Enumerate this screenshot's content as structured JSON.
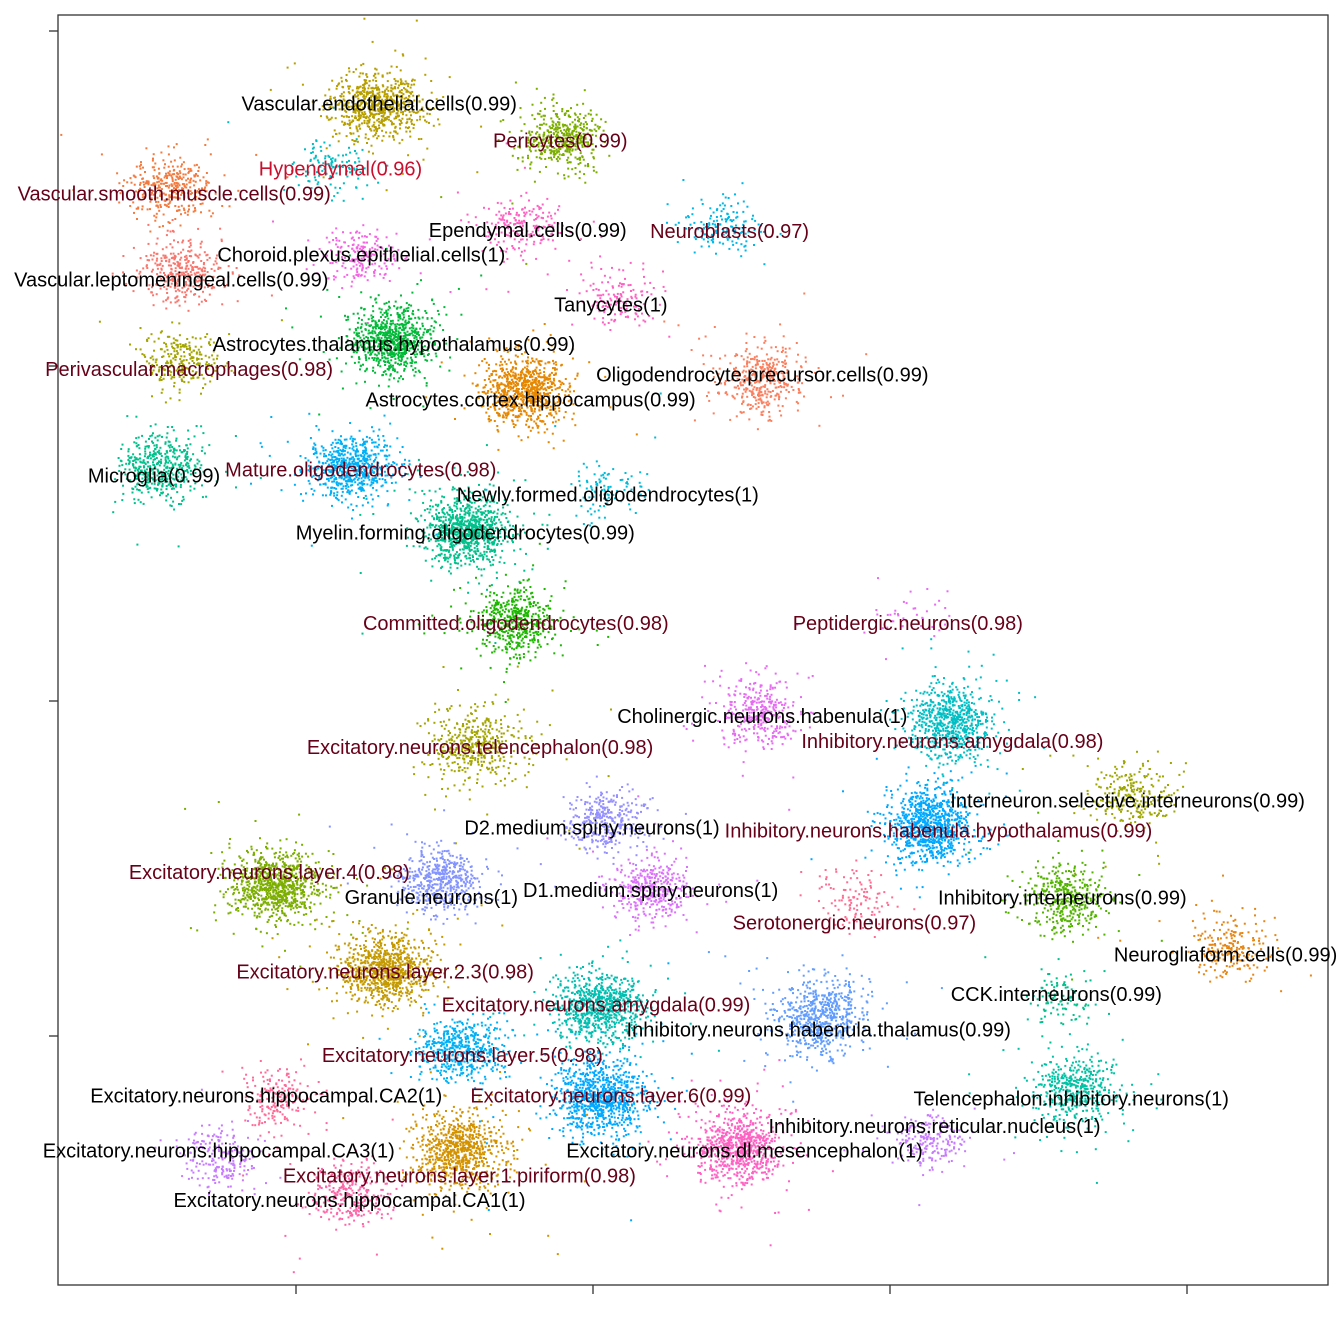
{
  "chart_data": {
    "type": "scatter",
    "title": "",
    "xlabel": "",
    "ylabel": "",
    "x_ticks": [
      1,
      2,
      3,
      4
    ],
    "y_ticks": [
      1,
      2,
      3,
      4
    ],
    "tick_labels_shown": false,
    "xlim": [
      0.2,
      4.475
    ],
    "ylim": [
      0.257,
      4.045
    ],
    "grid": false,
    "legend": "none",
    "label_colors": {
      "high": "#000000",
      "medium": "#660018",
      "low": "#C8102E"
    },
    "clusters": [
      {
        "label": "Vascular.endothelial.cells(0.99)",
        "x": 1.27,
        "y": 3.78,
        "lx": 1.28,
        "ly": 3.78,
        "sx": 0.075,
        "sy": 0.05,
        "n": 700,
        "color": "#B79F00",
        "label_color": "#000000"
      },
      {
        "label": "Pericytes(0.99)",
        "x": 1.89,
        "y": 3.68,
        "lx": 1.89,
        "ly": 3.67,
        "sx": 0.065,
        "sy": 0.045,
        "n": 450,
        "color": "#7CAE00",
        "label_color": "#660018"
      },
      {
        "label": "Hypendymal(0.96)",
        "x": 1.11,
        "y": 3.59,
        "lx": 1.15,
        "ly": 3.57,
        "sx": 0.06,
        "sy": 0.04,
        "n": 120,
        "color": "#00BFC4",
        "label_color": "#C8102E"
      },
      {
        "label": "Vascular.smooth.muscle.cells(0.99)",
        "x": 0.58,
        "y": 3.54,
        "lx": 0.59,
        "ly": 3.53,
        "sx": 0.07,
        "sy": 0.045,
        "n": 350,
        "color": "#F37B3F",
        "label_color": "#660018"
      },
      {
        "label": "Ependymal.cells(0.99)",
        "x": 1.75,
        "y": 3.42,
        "lx": 1.78,
        "ly": 3.4,
        "sx": 0.07,
        "sy": 0.04,
        "n": 200,
        "color": "#FF61C3",
        "label_color": "#000000"
      },
      {
        "label": "Neuroblasts(0.97)",
        "x": 2.43,
        "y": 3.42,
        "lx": 2.46,
        "ly": 3.4,
        "sx": 0.06,
        "sy": 0.04,
        "n": 150,
        "color": "#00B8E7",
        "label_color": "#660018"
      },
      {
        "label": "Choroid.plexus.epithelial.cells(1)",
        "x": 1.22,
        "y": 3.33,
        "lx": 1.22,
        "ly": 3.32,
        "sx": 0.06,
        "sy": 0.04,
        "n": 200,
        "color": "#F564E3",
        "label_color": "#000000"
      },
      {
        "label": "Vascular.leptomeningeal.cells(0.99)",
        "x": 0.61,
        "y": 3.29,
        "lx": 0.58,
        "ly": 3.27,
        "sx": 0.07,
        "sy": 0.045,
        "n": 350,
        "color": "#F8766D",
        "label_color": "#000000"
      },
      {
        "label": "Tanycytes(1)",
        "x": 2.07,
        "y": 3.2,
        "lx": 2.06,
        "ly": 3.18,
        "sx": 0.065,
        "sy": 0.04,
        "n": 150,
        "color": "#FF61C3",
        "label_color": "#000000"
      },
      {
        "label": "Astrocytes.thalamus.hypothalamus(0.99)",
        "x": 1.32,
        "y": 3.08,
        "lx": 1.33,
        "ly": 3.05,
        "sx": 0.07,
        "sy": 0.05,
        "n": 800,
        "color": "#00BA38",
        "label_color": "#000000"
      },
      {
        "label": "Perivascular.macrophages(0.98)",
        "x": 0.61,
        "y": 3.02,
        "lx": 0.64,
        "ly": 3.0,
        "sx": 0.065,
        "sy": 0.045,
        "n": 250,
        "color": "#A3A500",
        "label_color": "#660018"
      },
      {
        "label": "Astrocytes.cortex.hippocampus(0.99)",
        "x": 1.77,
        "y": 2.93,
        "lx": 1.79,
        "ly": 2.93,
        "sx": 0.07,
        "sy": 0.05,
        "n": 800,
        "color": "#E58700",
        "label_color": "#000000"
      },
      {
        "label": "Oligodendrocyte.precursor.cells(0.99)",
        "x": 2.56,
        "y": 2.96,
        "lx": 2.57,
        "ly": 2.94,
        "sx": 0.065,
        "sy": 0.05,
        "n": 400,
        "color": "#FA7F5E",
        "label_color": "#000000"
      },
      {
        "label": "Microglia(0.99)",
        "x": 0.54,
        "y": 2.7,
        "lx": 0.55,
        "ly": 2.67,
        "sx": 0.065,
        "sy": 0.05,
        "n": 450,
        "color": "#00C08B",
        "label_color": "#000000"
      },
      {
        "label": "Mature.oligodendrocytes(0.98)",
        "x": 1.18,
        "y": 2.7,
        "lx": 1.19,
        "ly": 2.68,
        "sx": 0.07,
        "sy": 0.045,
        "n": 650,
        "color": "#00B0F6",
        "label_color": "#660018"
      },
      {
        "label": "Newly.formed.oligodendrocytes(1)",
        "x": 2.04,
        "y": 2.63,
        "lx": 2.05,
        "ly": 2.62,
        "sx": 0.06,
        "sy": 0.04,
        "n": 100,
        "color": "#00BCD8",
        "label_color": "#000000"
      },
      {
        "label": "Myelin.forming.oligodendrocytes(0.99)",
        "x": 1.57,
        "y": 2.51,
        "lx": 1.57,
        "ly": 2.5,
        "sx": 0.07,
        "sy": 0.05,
        "n": 900,
        "color": "#00C08B",
        "label_color": "#000000"
      },
      {
        "label": "Committed.oligodendrocytes(0.98)",
        "x": 1.74,
        "y": 2.24,
        "lx": 1.74,
        "ly": 2.23,
        "sx": 0.065,
        "sy": 0.05,
        "n": 500,
        "color": "#1DB700",
        "label_color": "#660018"
      },
      {
        "label": "Peptidergic.neurons(0.98)",
        "x": 3.05,
        "y": 2.26,
        "lx": 3.06,
        "ly": 2.23,
        "sx": 0.07,
        "sy": 0.035,
        "n": 40,
        "color": "#E76BF3",
        "label_color": "#660018"
      },
      {
        "label": "Cholinergic.neurons.habenula(1)",
        "x": 2.56,
        "y": 1.97,
        "lx": 2.57,
        "ly": 1.92,
        "sx": 0.065,
        "sy": 0.05,
        "n": 350,
        "color": "#E76BF3",
        "label_color": "#000000"
      },
      {
        "label": "Inhibitory.neurons.amygdala(0.98)",
        "x": 3.2,
        "y": 1.94,
        "lx": 3.21,
        "ly": 1.91,
        "sx": 0.07,
        "sy": 0.055,
        "n": 700,
        "color": "#00BFC4",
        "label_color": "#660018"
      },
      {
        "label": "Excitatory.neurons.telencephalon(0.98)",
        "x": 1.6,
        "y": 1.87,
        "lx": 1.62,
        "ly": 1.86,
        "sx": 0.075,
        "sy": 0.055,
        "n": 450,
        "color": "#A3A500",
        "label_color": "#660018"
      },
      {
        "label": "Interneuron.selective.interneurons(0.99)",
        "x": 3.81,
        "y": 1.72,
        "lx": 3.8,
        "ly": 1.7,
        "sx": 0.065,
        "sy": 0.045,
        "n": 250,
        "color": "#9EA700",
        "label_color": "#000000"
      },
      {
        "label": "D2.medium.spiny.neurons(1)",
        "x": 2.04,
        "y": 1.64,
        "lx": 2.03,
        "ly": 1.62,
        "sx": 0.065,
        "sy": 0.045,
        "n": 350,
        "color": "#9590FF",
        "label_color": "#000000"
      },
      {
        "label": "Inhibitory.neurons.habenula.hypothalamus(0.99)",
        "x": 3.13,
        "y": 1.63,
        "lx": 3.13,
        "ly": 1.61,
        "sx": 0.07,
        "sy": 0.055,
        "n": 900,
        "color": "#00A9FF",
        "label_color": "#660018"
      },
      {
        "label": "Excitatory.neurons.layer.4(0.98)",
        "x": 0.93,
        "y": 1.45,
        "lx": 0.91,
        "ly": 1.45,
        "sx": 0.075,
        "sy": 0.05,
        "n": 900,
        "color": "#7CAE00",
        "label_color": "#660018"
      },
      {
        "label": "Granule.neurons(1)",
        "x": 1.48,
        "y": 1.47,
        "lx": 1.47,
        "ly": 1.45,
        "sx": 0.065,
        "sy": 0.045,
        "n": 500,
        "color": "#8494FF",
        "label_color": "#000000"
      },
      {
        "label": "D1.medium.spiny.neurons(1)",
        "x": 2.19,
        "y": 1.44,
        "lx": 2.18,
        "ly": 1.42,
        "sx": 0.065,
        "sy": 0.045,
        "n": 400,
        "color": "#DB72FB",
        "label_color": "#000000"
      },
      {
        "label": "Serotonergic.neurons(0.97)",
        "x": 2.88,
        "y": 1.41,
        "lx": 2.88,
        "ly": 1.37,
        "sx": 0.06,
        "sy": 0.05,
        "n": 120,
        "color": "#FF6C91",
        "label_color": "#660018"
      },
      {
        "label": "Inhibitory.interneurons(0.99)",
        "x": 3.59,
        "y": 1.42,
        "lx": 3.58,
        "ly": 1.39,
        "sx": 0.065,
        "sy": 0.05,
        "n": 400,
        "color": "#53B400",
        "label_color": "#000000"
      },
      {
        "label": "Neurogliaform.cells(0.99)",
        "x": 4.13,
        "y": 1.26,
        "lx": 4.13,
        "ly": 1.24,
        "sx": 0.065,
        "sy": 0.045,
        "n": 220,
        "color": "#E68613",
        "label_color": "#000000"
      },
      {
        "label": "Excitatory.neurons.layer.2.3(0.98)",
        "x": 1.3,
        "y": 1.2,
        "lx": 1.3,
        "ly": 1.19,
        "sx": 0.075,
        "sy": 0.05,
        "n": 900,
        "color": "#C49A00",
        "label_color": "#660018"
      },
      {
        "label": "CCK.interneurons(0.99)",
        "x": 3.57,
        "y": 1.11,
        "lx": 3.56,
        "ly": 1.12,
        "sx": 0.06,
        "sy": 0.05,
        "n": 100,
        "color": "#00C08B",
        "label_color": "#000000"
      },
      {
        "label": "Excitatory.neurons.amygdala(0.99)",
        "x": 2.02,
        "y": 1.09,
        "lx": 2.01,
        "ly": 1.06,
        "sx": 0.075,
        "sy": 0.05,
        "n": 800,
        "color": "#00BFB0",
        "label_color": "#660018"
      },
      {
        "label": "Inhibitory.neurons.habenula.thalamus(0.99)",
        "x": 2.76,
        "y": 1.06,
        "lx": 2.76,
        "ly": 1.05,
        "sx": 0.075,
        "sy": 0.055,
        "n": 650,
        "color": "#619CFF",
        "label_color": "#000000"
      },
      {
        "label": "Excitatory.neurons.layer.5(0.98)",
        "x": 1.55,
        "y": 0.96,
        "lx": 1.56,
        "ly": 0.94,
        "sx": 0.07,
        "sy": 0.045,
        "n": 500,
        "color": "#00B0F6",
        "label_color": "#660018"
      },
      {
        "label": "Excitatory.neurons.hippocampal.CA2(1)",
        "x": 0.93,
        "y": 0.82,
        "lx": 0.9,
        "ly": 0.82,
        "sx": 0.06,
        "sy": 0.045,
        "n": 200,
        "color": "#FF6A98",
        "label_color": "#000000"
      },
      {
        "label": "Excitatory.neurons.layer.6(0.99)",
        "x": 2.02,
        "y": 0.82,
        "lx": 2.06,
        "ly": 0.82,
        "sx": 0.075,
        "sy": 0.055,
        "n": 900,
        "color": "#00A9FF",
        "label_color": "#660018"
      },
      {
        "label": "Telencephalon.inhibitory.neurons(1)",
        "x": 3.62,
        "y": 0.84,
        "lx": 3.61,
        "ly": 0.81,
        "sx": 0.07,
        "sy": 0.05,
        "n": 450,
        "color": "#00C1A3",
        "label_color": "#000000"
      },
      {
        "label": "Inhibitory.neurons.reticular.nucleus(1)",
        "x": 3.13,
        "y": 0.69,
        "lx": 3.15,
        "ly": 0.69,
        "sx": 0.06,
        "sy": 0.04,
        "n": 200,
        "color": "#C77CFF",
        "label_color": "#000000"
      },
      {
        "label": "Excitatory.neurons.dl.mesencephalon(1)",
        "x": 2.49,
        "y": 0.67,
        "lx": 2.51,
        "ly": 0.66,
        "sx": 0.07,
        "sy": 0.05,
        "n": 800,
        "color": "#FF61C3",
        "label_color": "#000000"
      },
      {
        "label": "Excitatory.neurons.hippocampal.CA3(1)",
        "x": 0.74,
        "y": 0.64,
        "lx": 0.74,
        "ly": 0.64,
        "sx": 0.065,
        "sy": 0.045,
        "n": 220,
        "color": "#C77CFF",
        "label_color": "#000000"
      },
      {
        "label": "Excitatory.neurons.layer.1.piriform(0.98)",
        "x": 1.55,
        "y": 0.66,
        "lx": 1.55,
        "ly": 0.63,
        "sx": 0.07,
        "sy": 0.055,
        "n": 800,
        "color": "#D39200",
        "label_color": "#660018"
      },
      {
        "label": "Excitatory.neurons.hippocampal.CA1(1)",
        "x": 1.18,
        "y": 0.53,
        "lx": 1.18,
        "ly": 0.51,
        "sx": 0.065,
        "sy": 0.045,
        "n": 300,
        "color": "#FF66A8",
        "label_color": "#000000"
      }
    ]
  }
}
